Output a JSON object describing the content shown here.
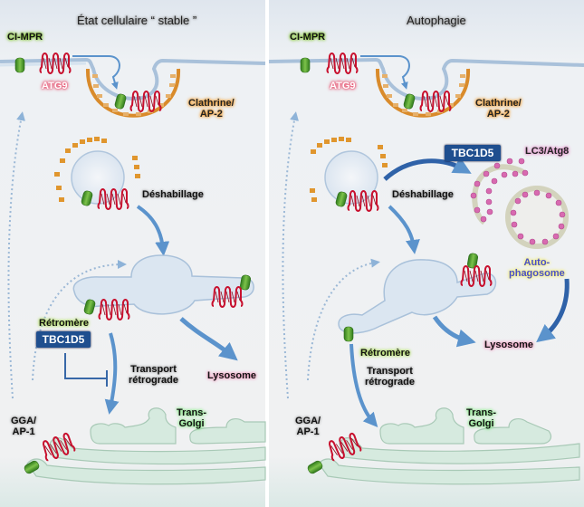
{
  "panels": [
    {
      "id": "stable",
      "title": "État  cellulaire “ stable ”",
      "labels": {
        "ci_mpr": "CI-MPR",
        "atg9": "ATG9",
        "clathrin_line1": "Clathrine/",
        "clathrin_line2": "AP-2",
        "uncoating": "Déshabillage",
        "retromer": "Rétromère",
        "tbc1d5": "TBC1D5",
        "transport_line1": "Transport",
        "transport_line2": "rétrograde",
        "lysosome": "Lysosome",
        "gga_line1": "GGA/",
        "gga_line2": "AP-1",
        "golgi_line1": "Trans-",
        "golgi_line2": "Golgi"
      }
    },
    {
      "id": "autophagy",
      "title": "Autophagie",
      "labels": {
        "ci_mpr": "CI-MPR",
        "atg9": "ATG9",
        "clathrin_line1": "Clathrine/",
        "clathrin_line2": "AP-2",
        "uncoating": "Déshabillage",
        "tbc1d5": "TBC1D5",
        "lc3": "LC3/Atg8",
        "autophagosome_line1": "Auto-",
        "autophagosome_line2": "phagosome",
        "retromer": "Rétromère",
        "transport_line1": "Transport",
        "transport_line2": "rétrograde",
        "lysosome": "Lysosome",
        "gga_line1": "GGA/",
        "gga_line2": "AP-1",
        "golgi_line1": "Trans-",
        "golgi_line2": "Golgi"
      }
    }
  ],
  "colors": {
    "panel_bg": "#eef0f2",
    "membrane": "#b9cde0",
    "cargo_green": "#4a9a2a",
    "atg9_red": "#c8102e",
    "clathrin_orange": "#e0962e",
    "arrow_blue": "#5b93cc",
    "tbc_blue": "#1f4f8f",
    "golgi_green": "#d6eadf",
    "lc3_pink": "#d86ab0"
  }
}
